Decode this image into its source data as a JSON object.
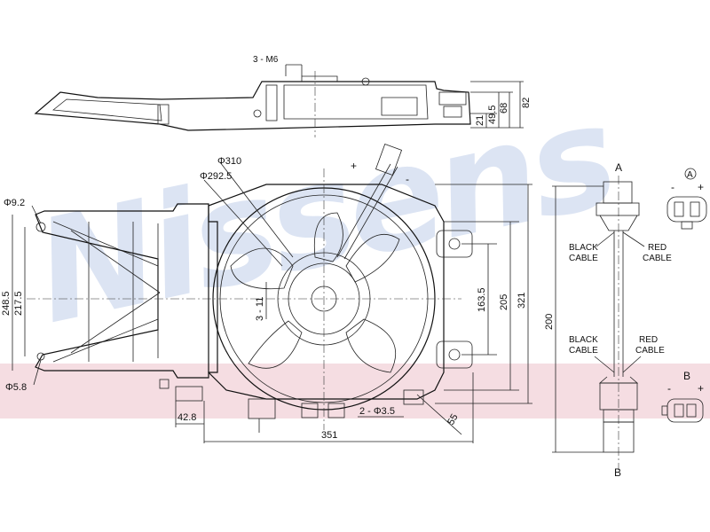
{
  "watermark": "Nissens",
  "colors": {
    "watermark": "#c9d6ec",
    "band": "#f5dde2",
    "line": "#111111"
  },
  "top_view": {
    "screw_label": "3 - M6",
    "dims": [
      "21",
      "49.5",
      "68",
      "82"
    ]
  },
  "front_view": {
    "diameters": [
      "Φ310",
      "Φ292.5",
      "Φ9.2",
      "Φ5.8"
    ],
    "vertical_left": [
      "248.5",
      "217.5"
    ],
    "vertical_right": [
      "163.5",
      "205",
      "321"
    ],
    "inner": "3 - 11",
    "horizontal": [
      "42.8",
      "351"
    ],
    "holes": "2 - Φ3.5",
    "diag": "55"
  },
  "side_view": {
    "length": "200",
    "plug_a": "A",
    "plug_b": "B",
    "plus": "+",
    "minus": "-",
    "black_top": [
      "BLACK",
      "CABLE"
    ],
    "red_top": [
      "RED",
      "CABLE"
    ],
    "black_bottom": [
      "BLACK",
      "CABLE"
    ],
    "red_bottom": [
      "RED",
      "CABLE"
    ],
    "legend_a": "A",
    "legend_b": "B"
  }
}
